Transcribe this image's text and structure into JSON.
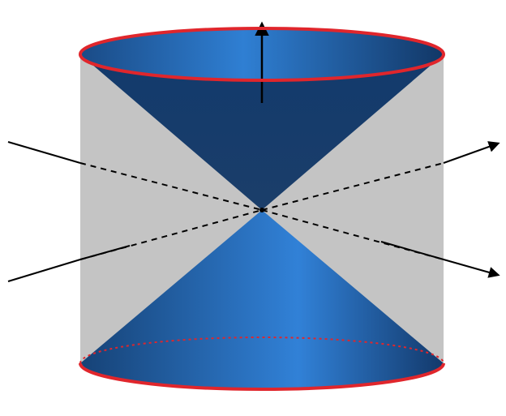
{
  "figure": {
    "kind": "double-cone-inside-cylinder",
    "colors": {
      "background": "#ffffff",
      "cylinder": "#c4c4c4",
      "cone_dark": "#153a66",
      "cone_mid": "#1f5ea8",
      "cone_light": "#3080d6",
      "rim": "#e0262c",
      "axis": "#000000"
    },
    "axes": {
      "vertical": "vertical-arrow",
      "horizontal_a": "arrow-to-upper-right",
      "horizontal_b": "arrow-to-lower-right"
    }
  }
}
